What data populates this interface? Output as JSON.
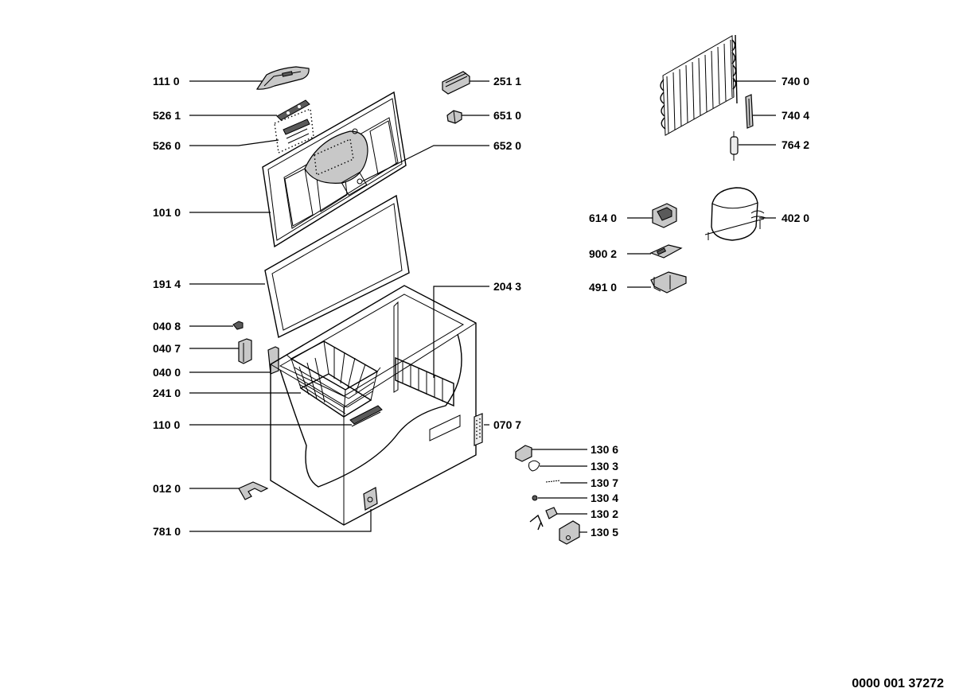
{
  "document_number": "0000 001 37272",
  "parts": [
    {
      "id": "p1110",
      "label": "111 0"
    },
    {
      "id": "p5261",
      "label": "526 1"
    },
    {
      "id": "p5260",
      "label": "526 0"
    },
    {
      "id": "p1010",
      "label": "101 0"
    },
    {
      "id": "p1914",
      "label": "191 4"
    },
    {
      "id": "p0408",
      "label": "040 8"
    },
    {
      "id": "p0407",
      "label": "040 7"
    },
    {
      "id": "p0400",
      "label": "040 0"
    },
    {
      "id": "p2410",
      "label": "241 0"
    },
    {
      "id": "p1100",
      "label": "110 0"
    },
    {
      "id": "p0120",
      "label": "012 0"
    },
    {
      "id": "p7810",
      "label": "781 0"
    },
    {
      "id": "p2511",
      "label": "251 1"
    },
    {
      "id": "p6510",
      "label": "651 0"
    },
    {
      "id": "p6520",
      "label": "652 0"
    },
    {
      "id": "p2043",
      "label": "204 3"
    },
    {
      "id": "p0707",
      "label": "070 7"
    },
    {
      "id": "p1306",
      "label": "130 6"
    },
    {
      "id": "p1303",
      "label": "130 3"
    },
    {
      "id": "p1307",
      "label": "130 7"
    },
    {
      "id": "p1304",
      "label": "130 4"
    },
    {
      "id": "p1302",
      "label": "130 2"
    },
    {
      "id": "p1305",
      "label": "130 5"
    },
    {
      "id": "p7400",
      "label": "740 0"
    },
    {
      "id": "p7404",
      "label": "740 4"
    },
    {
      "id": "p7642",
      "label": "764 2"
    },
    {
      "id": "p6140",
      "label": "614 0"
    },
    {
      "id": "p4020",
      "label": "402 0"
    },
    {
      "id": "p9002",
      "label": "900 2"
    },
    {
      "id": "p4910",
      "label": "491 0"
    }
  ]
}
